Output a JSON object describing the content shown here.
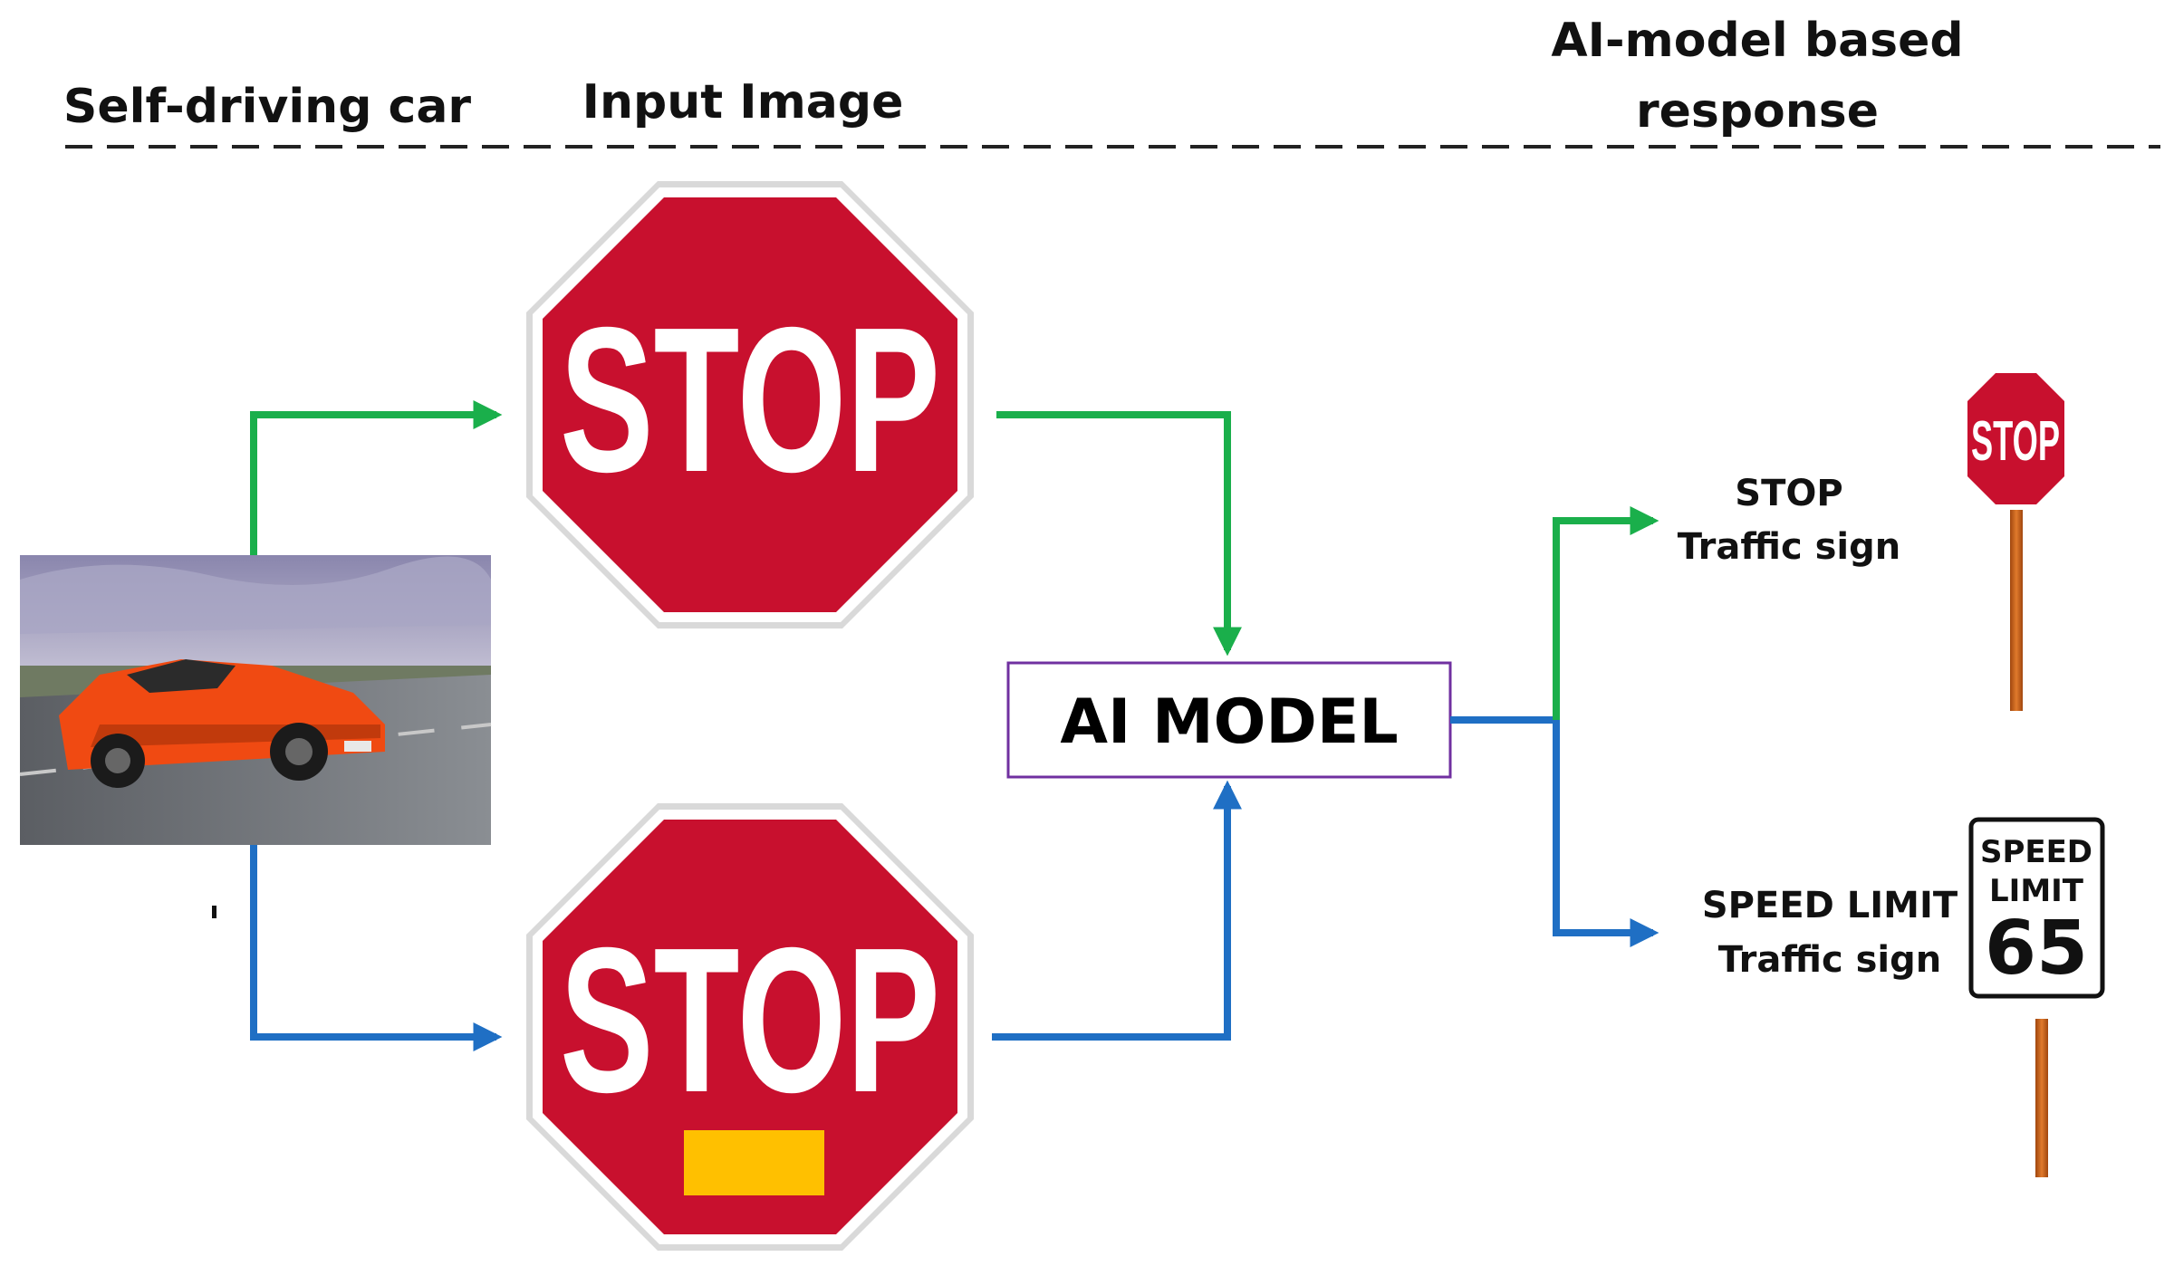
{
  "headers": {
    "car": "Self-driving car",
    "input": "Input Image",
    "response_line1": "AI-model based",
    "response_line2": "response"
  },
  "input_signs": {
    "top_text": "STOP",
    "bottom_text": "STOP"
  },
  "model": {
    "label": "AI MODEL"
  },
  "outputs": {
    "stop": {
      "line1": "STOP",
      "line2": "Traffic sign",
      "sign_text": "STOP"
    },
    "speed": {
      "line1": "SPEED LIMIT",
      "line2": "Traffic sign",
      "sign_word1": "SPEED",
      "sign_word2": "LIMIT",
      "sign_number": "65"
    }
  },
  "colors": {
    "green_path": "#1aaf4b",
    "blue_path": "#1f6fc4",
    "stop_red": "#c8102e",
    "sticker_yellow": "#ffc000",
    "model_border": "#7030a0",
    "pole_orange": "#d2691e",
    "car_orange": "#f04a12"
  },
  "icons": [
    "car-photo",
    "stop-sign",
    "speed-limit-sign"
  ]
}
